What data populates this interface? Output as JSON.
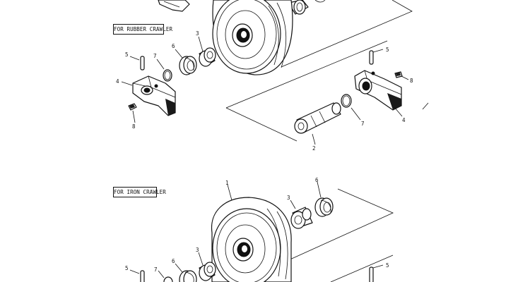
{
  "notes": {
    "rubber": "FOR RUBBER CRAWLER",
    "iron": "FOR IRON CRAWLER"
  },
  "callouts": {
    "idler": "1",
    "shaft": "2",
    "collar": "3",
    "bracket": "4",
    "pin": "5",
    "seal": "6",
    "o_ring": "7",
    "bolt": "8"
  }
}
